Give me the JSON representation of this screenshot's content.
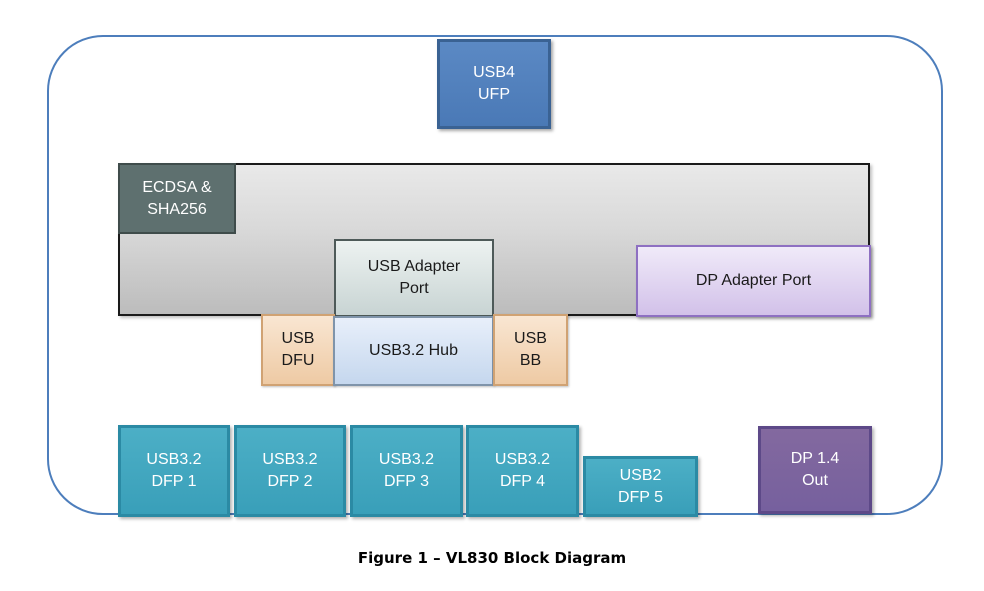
{
  "figure": {
    "caption": "Figure 1 – VL830 Block Diagram"
  },
  "blocks": {
    "usb4_ufp": {
      "label": "USB4\nUFP"
    },
    "ecdsa": {
      "label": "ECDSA &\nSHA256"
    },
    "usb_adapter_port": {
      "label": "USB Adapter\nPort"
    },
    "dp_adapter_port": {
      "label": "DP Adapter Port"
    },
    "usb_dfu": {
      "label": "USB\nDFU"
    },
    "usb32_hub": {
      "label": "USB3.2 Hub"
    },
    "usb_bb": {
      "label": "USB\nBB"
    },
    "usb32_dfp1": {
      "label": "USB3.2\nDFP 1"
    },
    "usb32_dfp2": {
      "label": "USB3.2\nDFP 2"
    },
    "usb32_dfp3": {
      "label": "USB3.2\nDFP 3"
    },
    "usb32_dfp4": {
      "label": "USB3.2\nDFP 4"
    },
    "usb2_dfp5": {
      "label": "USB2\nDFP 5"
    },
    "dp14_out": {
      "label": "DP 1.4\nOut"
    }
  },
  "palette": {
    "outline_blue": "#4d7ebc",
    "usb4_blue": "#4f81bd",
    "chip_gray_top": "#e9e9e9",
    "chip_gray_bottom": "#bcbcbc",
    "ecdsa_slate": "#5e706f",
    "usb_adapter_gray_green": "#c8d4d3",
    "dp_adapter_lavender": "#d2c1e9",
    "dfu_bb_tan": "#eecaa4",
    "hub_light_blue": "#c5d7ee",
    "dfp_teal": "#3fa7c0",
    "dp_out_purple": "#76609e",
    "caption_black": "#000000"
  }
}
